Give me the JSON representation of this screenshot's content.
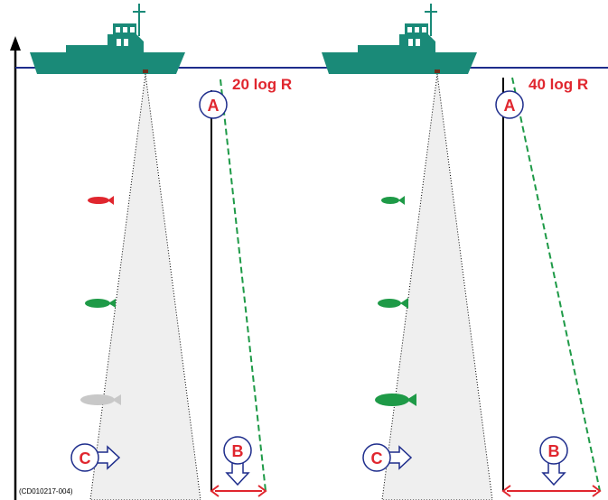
{
  "figure_id": "(CD010217-004)",
  "panels": [
    {
      "tvg_label": "20 log R",
      "circle_a": "A",
      "circle_b": "B",
      "circle_c": "C",
      "fish_colors": [
        "#e0262e",
        "#1e9a47",
        "#c8c8c8"
      ]
    },
    {
      "tvg_label": "40 log R",
      "circle_a": "A",
      "circle_b": "B",
      "circle_c": "C",
      "fish_colors": [
        "#1e9a47",
        "#1e9a47",
        "#1e9a47"
      ]
    }
  ],
  "colors": {
    "boat": "#1a8a78",
    "sea_line": "#1e2d8c",
    "beam": "#efefef",
    "tvg_line": "#1e9a47",
    "label": "#e0262e",
    "circle_outline": "#1e2d8c"
  }
}
